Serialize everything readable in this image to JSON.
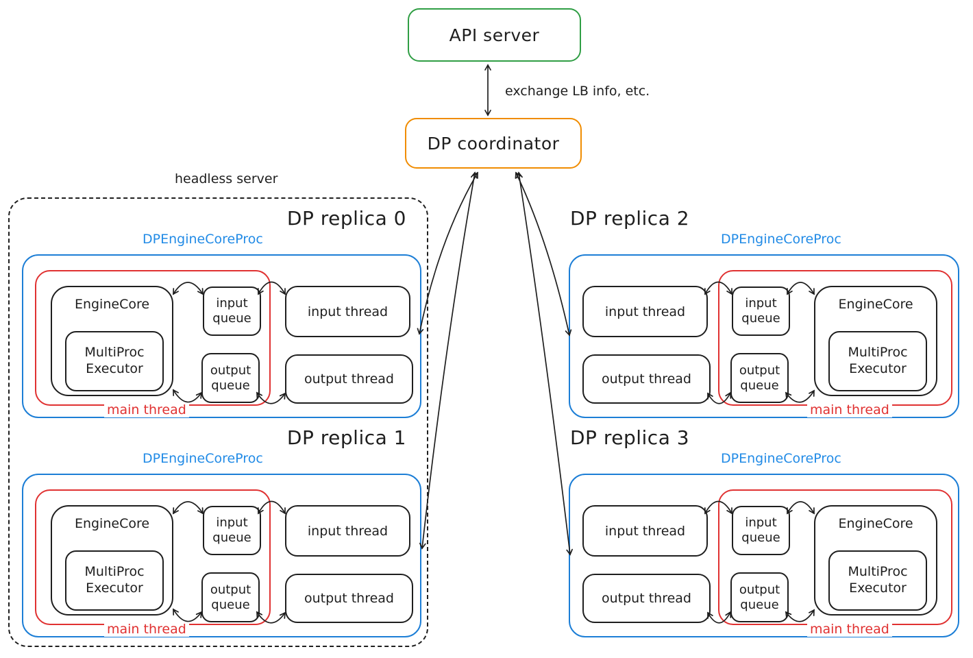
{
  "api_server": {
    "label": "API server"
  },
  "coordinator": {
    "label": "DP coordinator"
  },
  "api_link_label": "exchange LB info, etc.",
  "headless_server_label": "headless server",
  "replicas": [
    {
      "title": "DP replica 0",
      "proc_label": "DPEngineCoreProc",
      "engine_core": "EngineCore",
      "executor": "MultiProc Executor",
      "input_queue": "input queue",
      "output_queue": "output queue",
      "input_thread": "input thread",
      "output_thread": "output thread",
      "main_thread": "main thread"
    },
    {
      "title": "DP replica 1",
      "proc_label": "DPEngineCoreProc",
      "engine_core": "EngineCore",
      "executor": "MultiProc Executor",
      "input_queue": "input queue",
      "output_queue": "output queue",
      "input_thread": "input thread",
      "output_thread": "output thread",
      "main_thread": "main thread"
    },
    {
      "title": "DP replica 2",
      "proc_label": "DPEngineCoreProc",
      "engine_core": "EngineCore",
      "executor": "MultiProc Executor",
      "input_queue": "input queue",
      "output_queue": "output queue",
      "input_thread": "input thread",
      "output_thread": "output thread",
      "main_thread": "main thread"
    },
    {
      "title": "DP replica 3",
      "proc_label": "DPEngineCoreProc",
      "engine_core": "EngineCore",
      "executor": "MultiProc Executor",
      "input_queue": "input queue",
      "output_queue": "output queue",
      "input_thread": "input thread",
      "output_thread": "output thread",
      "main_thread": "main thread"
    }
  ],
  "colors": {
    "api_border": "#2f9e44",
    "coordinator_border": "#f08c00",
    "proc_border": "#1c7ed6",
    "proc_text": "#228be6",
    "main_thread_red": "#e03131",
    "ink": "#1e1e1e"
  }
}
